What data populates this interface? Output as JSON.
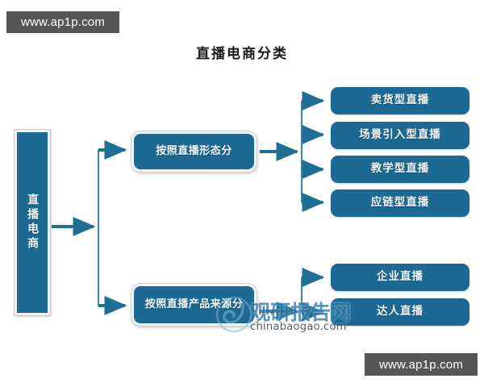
{
  "page": {
    "title": "直播电商分类",
    "background": "#ffffff"
  },
  "colors": {
    "node_blue": "#1c6a94",
    "connector": "#1f6f95",
    "node_border": "#f4f4f4",
    "url_bar_bg": "#565656",
    "logo_blue": "#2f75a8"
  },
  "watermarks": {
    "top_url": "www.ap1p.com",
    "bottom_url": "www.ap1p.com",
    "logo_cn": "观研报告网",
    "logo_domain": "chinabaogao.com",
    "logo_icon": "spiral-logo-icon"
  },
  "diagram": {
    "type": "tree",
    "root": {
      "id": "root",
      "label": "直播电商",
      "orientation": "vertical"
    },
    "branches": [
      {
        "id": "form",
        "label": "按照直播形态分",
        "children": [
          {
            "id": "leaf-0",
            "label": "卖货型直播"
          },
          {
            "id": "leaf-1",
            "label": "场景引入型直播"
          },
          {
            "id": "leaf-2",
            "label": "教学型直播"
          },
          {
            "id": "leaf-3",
            "label": "应链型直播"
          }
        ]
      },
      {
        "id": "source",
        "label": "按照直播产品来源分",
        "children": [
          {
            "id": "leaf-4",
            "label": "企业直播"
          },
          {
            "id": "leaf-5",
            "label": "达人直播"
          }
        ]
      }
    ]
  }
}
